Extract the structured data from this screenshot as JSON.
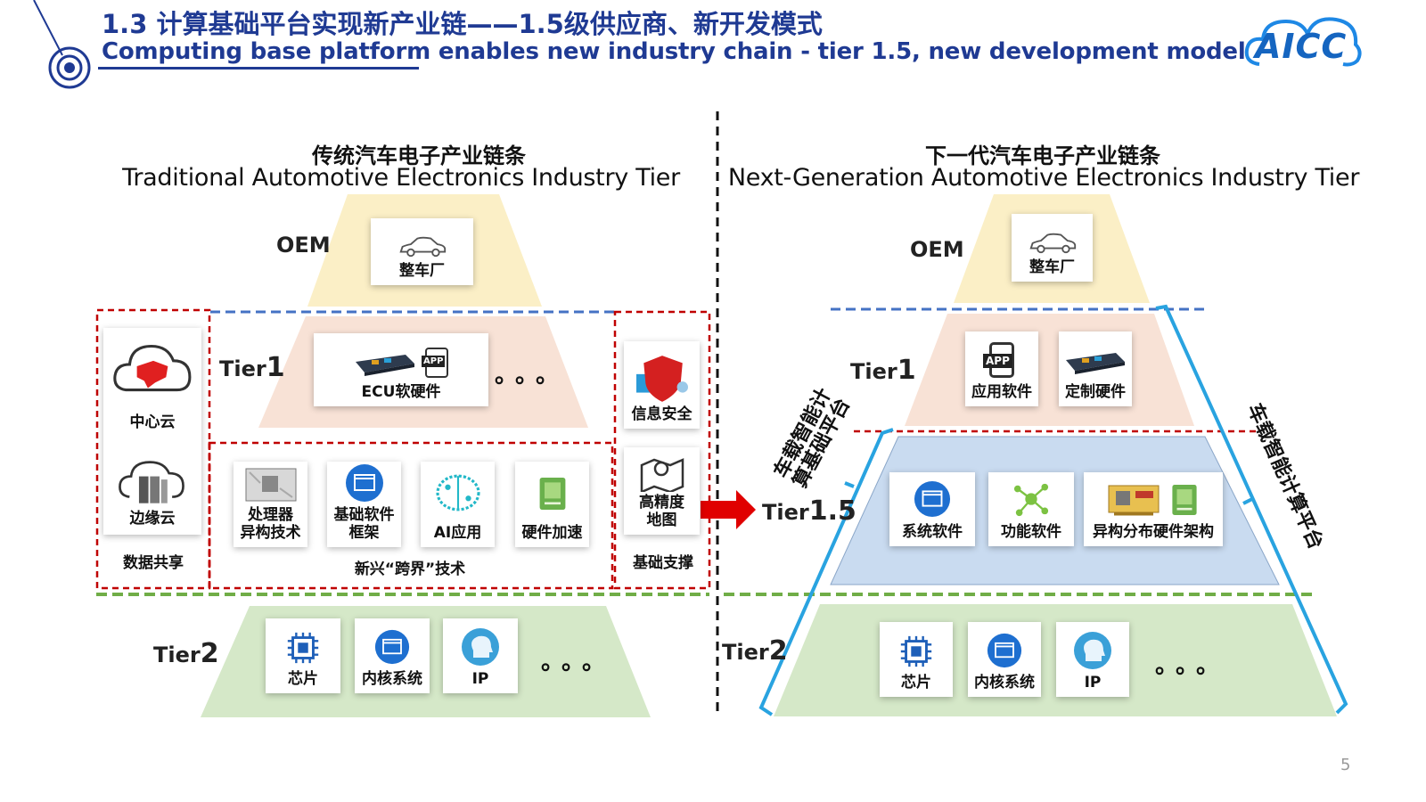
{
  "header": {
    "title_cn": "1.3 计算基础平台实现新产业链——1.5级供应商、新开发模式",
    "title_en": "Computing base platform enables new industry chain - tier 1.5, new development model",
    "logo_text": "AICC"
  },
  "left": {
    "title_cn": "传统汽车电子产业链条",
    "title_en": "Traditional Automotive Electronics Industry Tier",
    "oem_label": "OEM",
    "oem_card": "整车厂",
    "tier1_label": "Tier",
    "tier1_num": "1",
    "ecu_card": "ECU软硬件",
    "app_badge": "APP",
    "tier1_dots": "。。。",
    "cloud_center": "中心云",
    "cloud_edge": "边缘云",
    "data_share": "数据共享",
    "cross_items": [
      "处理器\n异构技术",
      "基础软件\n框架",
      "AI应用",
      "硬件加速"
    ],
    "cross_caption": "新兴“跨界”技术",
    "info_security": "信息安全",
    "hd_map": "高精度\n地图",
    "base_support": "基础支撑",
    "tier2_label": "Tier",
    "tier2_num": "2",
    "tier2_items": [
      "芯片",
      "内核系统",
      "IP"
    ],
    "tier2_dots": "。。。"
  },
  "right": {
    "title_cn": "下一代汽车电子产业链条",
    "title_en": "Next-Generation Automotive Electronics Industry Tier",
    "oem_label": "OEM",
    "oem_card": "整车厂",
    "tier1_label": "Tier",
    "tier1_num": "1",
    "tier1_items": [
      "应用软件",
      "定制硬件"
    ],
    "app_badge": "APP",
    "tier15_label": "Tier",
    "tier15_num": "1.5",
    "tier15_items": [
      "系统软件",
      "功能软件",
      "异构分布硬件架构"
    ],
    "bracket_left": "车载智能计\n算基础平台",
    "bracket_right": "车载智能计算平台",
    "tier2_label": "Tier",
    "tier2_num": "2",
    "tier2_items": [
      "芯片",
      "内核系统",
      "IP"
    ],
    "tier2_dots": "。。。"
  },
  "page_number": "5",
  "colors": {
    "title_blue": "#1f3a93",
    "oem_fill": "#fbefc6",
    "tier1_fill": "#f8e2d6",
    "tier15_fill": "#c9dbf0",
    "tier2_fill": "#d5e8c8",
    "red_dash": "#c00000",
    "blue_dash": "#4472c4",
    "green_dash": "#70ad47",
    "bracket": "#29a3e0",
    "arrow_red": "#e00000"
  }
}
